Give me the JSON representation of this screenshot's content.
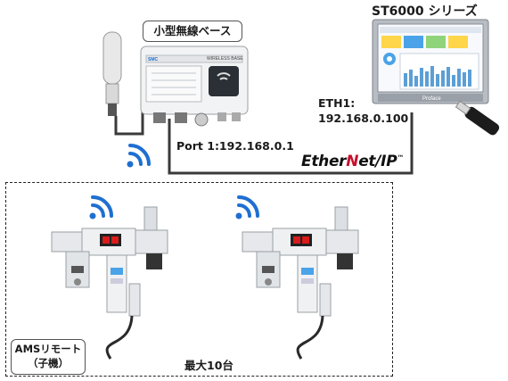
{
  "labels": {
    "wireless_base": "小型無線ベース",
    "st6000": "ST6000 シリーズ",
    "eth1_line1": "ETH1:",
    "eth1_line2": "192.168.0.100",
    "port1": "Port 1:192.168.0.1",
    "ethernetip_a": "Ether",
    "ethernetip_b": "N",
    "ethernetip_c": "et/IP",
    "ethernetip_d": "™",
    "ams_line1": "AMSリモート",
    "ams_line2": "（子機）",
    "max_units": "最大10台"
  },
  "base_device": {
    "header": "WIRELESS BASE",
    "brand": "SMC"
  },
  "hmi": {
    "brand": "Proface"
  },
  "colors": {
    "wifi_blue": "#1f6fd1",
    "ethernetip_red": "#c8102e",
    "cable": "#3a3a3a",
    "display_red": "#d81b1b"
  },
  "icons": [
    "wifi-icon",
    "antenna-icon",
    "usb-stick-icon"
  ]
}
